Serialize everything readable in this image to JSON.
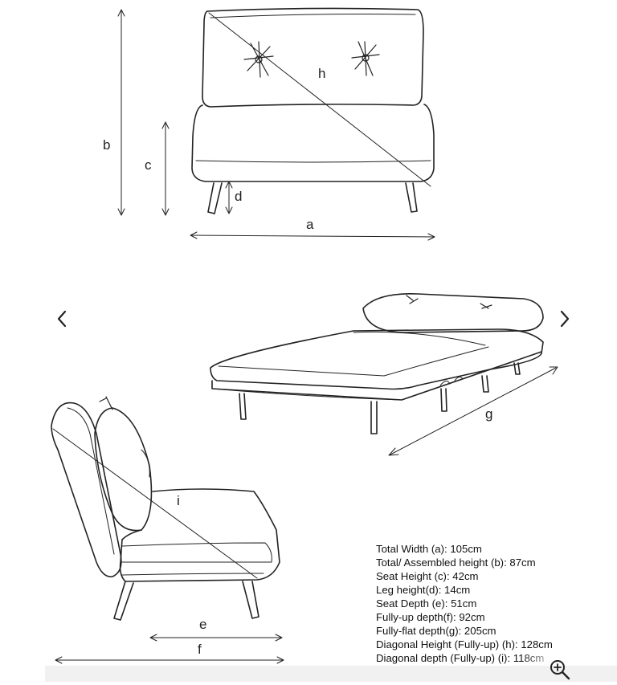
{
  "dimension_letters": {
    "a": "a",
    "b": "b",
    "c": "c",
    "d": "d",
    "e": "e",
    "f": "f",
    "g": "g",
    "h": "h",
    "i": "i"
  },
  "specs": [
    "Total Width (a): 105cm",
    "Total/ Assembled height (b):  87cm",
    "Seat Height (c):  42cm",
    "Leg height(d):  14cm",
    "Seat Depth (e):  51cm",
    "Fully-up depth(f): 92cm",
    "Fully-flat depth(g): 205cm",
    "Diagonal Height (Fully-up) (h): 128cm",
    "Diagonal depth (Fully-up) (i): 118cm"
  ],
  "icons": {
    "prev": "chevron-left-icon",
    "next": "chevron-right-icon",
    "zoom": "zoom-in-icon"
  },
  "colors": {
    "line": "#222222",
    "strip": "#f1f1f1"
  }
}
